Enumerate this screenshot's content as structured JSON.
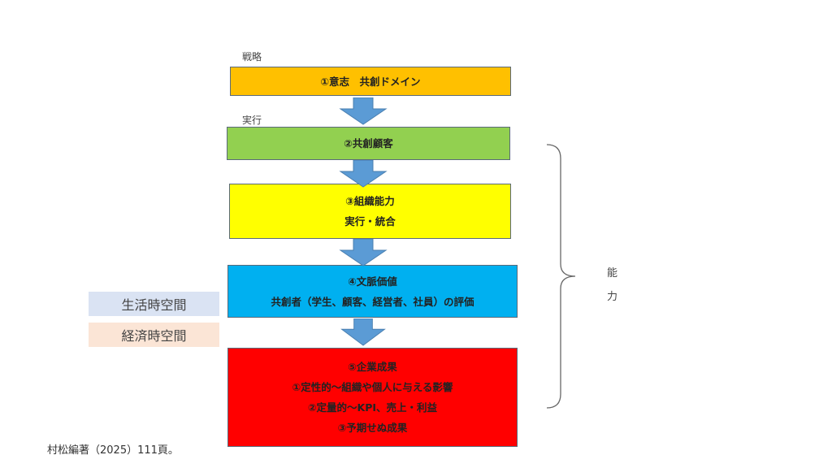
{
  "labels": {
    "strategy": "戦略",
    "execution": "実行"
  },
  "boxes": [
    {
      "lines": [
        "①意志　共創ドメイン"
      ],
      "color": "#FFC000"
    },
    {
      "lines": [
        "②共創顧客"
      ],
      "color": "#92D050"
    },
    {
      "lines": [
        "③組織能力",
        "実行・統合"
      ],
      "color": "#FFFF00"
    },
    {
      "lines": [
        "④文脈価値",
        "共創者（学生、顧客、経営者、社員）の評価"
      ],
      "color": "#00B0F0"
    },
    {
      "lines": [
        "⑤企業成果",
        "①定性的～組織や個人に与える影響",
        "②定量的～KPI、売上・利益",
        "③予期せぬ成果"
      ],
      "color": "#FF0000"
    }
  ],
  "side": {
    "life": "生活時空間",
    "economy": "経済時空間"
  },
  "brace": {
    "char1": "能",
    "char2": "力"
  },
  "citation": "村松編著（2025）111頁。"
}
